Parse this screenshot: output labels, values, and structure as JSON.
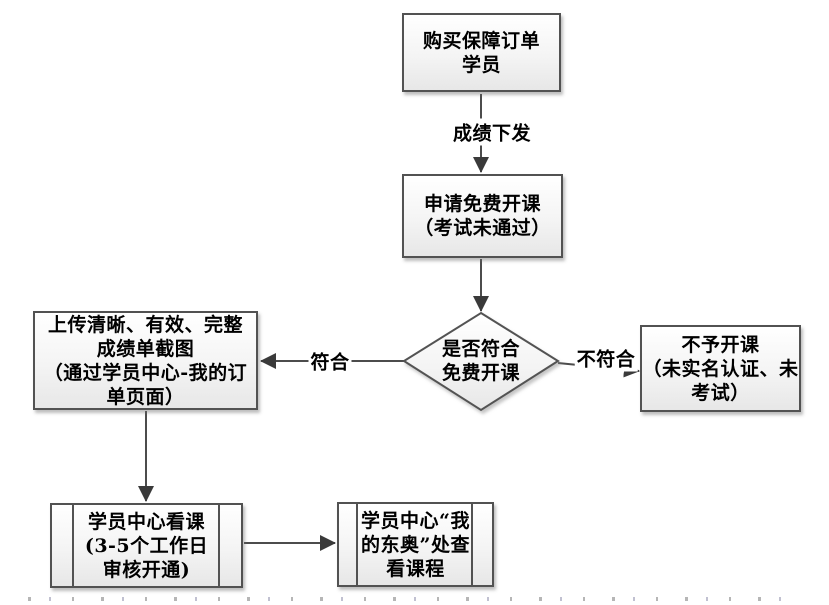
{
  "palette": {
    "node_border": "#525252",
    "edge_line": "#4c4c4c",
    "arrowhead": "#3a3a3a",
    "text": "#000000",
    "node_fill_top": "#ffffff",
    "node_fill_bottom": "#e7e7e7",
    "background": "#ffffff"
  },
  "flowchart": {
    "nodes": {
      "purchase": {
        "type": "process",
        "label": "购买保障订单\n学员"
      },
      "apply": {
        "type": "process",
        "label": "申请免费开课\n（考试未通过）"
      },
      "decision": {
        "type": "decision",
        "label": "是否符合\n免费开课"
      },
      "upload": {
        "type": "process",
        "label": "上传清晰、有效、完整\n成绩单截图\n（通过学员中心-我的订\n单页面）"
      },
      "rejected": {
        "type": "process",
        "label": "不予开课\n（未实名认证、未\n考试）"
      },
      "watch": {
        "type": "predefined-process",
        "label": "学员中心看课\n(3-5个工作日\n审核开通)"
      },
      "view": {
        "type": "predefined-process",
        "label": "学员中心“我\n的东奥”处查\n看课程"
      }
    },
    "edges": {
      "score_release": {
        "label": "成绩下发",
        "from": "purchase",
        "to": "apply"
      },
      "apply_to_decision": {
        "label": "",
        "from": "apply",
        "to": "decision"
      },
      "eligible": {
        "label": "符合",
        "from": "decision",
        "to": "upload"
      },
      "not_eligible": {
        "label": "不符合",
        "from": "decision",
        "to": "rejected"
      },
      "upload_to_watch": {
        "label": "",
        "from": "upload",
        "to": "watch"
      },
      "watch_to_view": {
        "label": "",
        "from": "watch",
        "to": "view"
      }
    }
  }
}
